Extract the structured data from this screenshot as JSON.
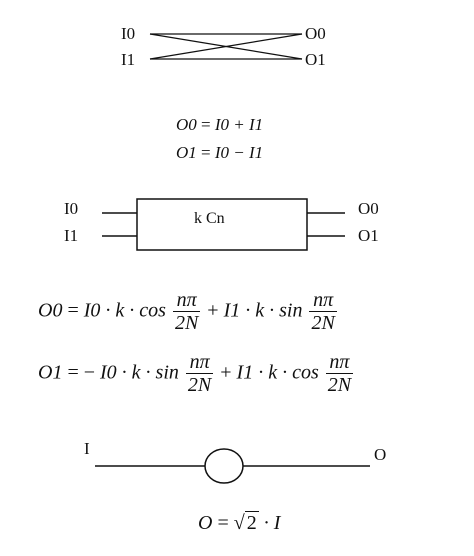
{
  "butterfly": {
    "in0": "I0",
    "in1": "I1",
    "out0": "O0",
    "out1": "O1",
    "eq0": {
      "lhs": "O0",
      "eq": "=",
      "rhs": "I0 + I1"
    },
    "eq1": {
      "lhs": "O1",
      "eq": "=",
      "rhs": "I0 − I1"
    }
  },
  "rotator": {
    "in0": "I0",
    "in1": "I1",
    "out0": "O0",
    "out1": "O1",
    "box_label": "k Cn",
    "eq0": {
      "lhs": "O0",
      "eq": "=",
      "t1": "I0 · k · cos",
      "frac_num": "nπ",
      "frac_den": "2N",
      "plus": "+",
      "t2": "I1 · k · sin"
    },
    "eq1": {
      "lhs": "O1",
      "eq": "= −",
      "t1": "I0 · k · sin",
      "frac_num": "nπ",
      "frac_den": "2N",
      "plus": "+",
      "t2": "I1 · k · cos"
    }
  },
  "scaler": {
    "input": "I",
    "output": "O",
    "eq": {
      "lhs": "O",
      "eq": "=",
      "sqrt_arg": "2",
      "rhs": "· I"
    }
  }
}
